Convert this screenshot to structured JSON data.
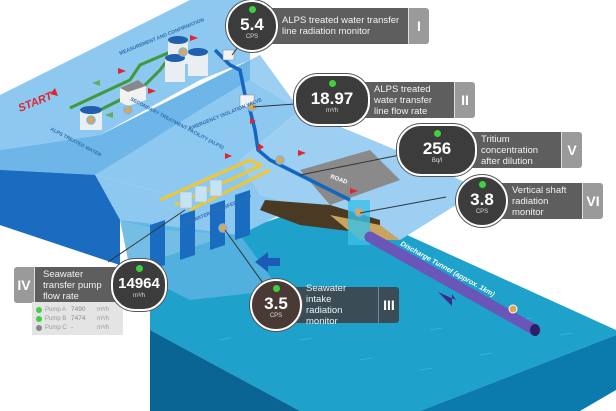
{
  "colors": {
    "land_top": "#8cc8f0",
    "land_side": "#1a6cc0",
    "sea_top": "#1ea2cc",
    "sea_side_left": "#0a6594",
    "sea_side_right": "#0b7bae",
    "pipe_green": "#3f9a3a",
    "pipe_blue": "#1466c0",
    "pipe_yellow": "#f2c72e",
    "tunnel": "#6a55b8",
    "arrow_red": "#e2242c",
    "road": "#8a8a8a",
    "status_ok": "#3fd13f",
    "status_off": "#888888"
  },
  "labels": {
    "start": "START",
    "alps_treated_water": "ALPS TREATED WATER",
    "measurement": "MEASUREMENT AND CONFIRMATION",
    "secondary_treatment": "SECONDARY TREATMENT FACILITY (ALPS)",
    "emergency_valve": "EMERGENCY ISOLATION VALVE",
    "seawater_pump": "SEAWATER TRANSFER PUMP",
    "road": "ROAD",
    "discharge_tunnel": "Discharge Tunnel (approx. 1km)"
  },
  "monitors": [
    {
      "id": "I",
      "value": "5.4",
      "unit": "CPS",
      "description": "ALPS treated water transfer line radiation monitor",
      "status": "ok"
    },
    {
      "id": "II",
      "value": "18.97",
      "unit": "m³/h",
      "description": "ALPS treated water transfer line flow rate",
      "status": "ok"
    },
    {
      "id": "III",
      "value": "3.5",
      "unit": "CPS",
      "description": "Seawater intake radiation monitor",
      "status": "ok"
    },
    {
      "id": "IV",
      "value": "14964",
      "unit": "m³/h",
      "description": "Seawater transfer pump flow rate",
      "status": "ok",
      "pumps": [
        {
          "name": "Pump A",
          "value": "7490",
          "unit": "m³/h",
          "status": "ok"
        },
        {
          "name": "Pump B",
          "value": "7474",
          "unit": "m³/h",
          "status": "ok"
        },
        {
          "name": "Pump C",
          "value": "-",
          "unit": "m³/h",
          "status": "off"
        }
      ]
    },
    {
      "id": "V",
      "value": "256",
      "unit": "Bq/l",
      "description": "Tritium concentration after dilution",
      "status": "ok"
    },
    {
      "id": "VI",
      "value": "3.8",
      "unit": "CPS",
      "description": "Vertical shaft radiation monitor",
      "status": "ok"
    }
  ]
}
